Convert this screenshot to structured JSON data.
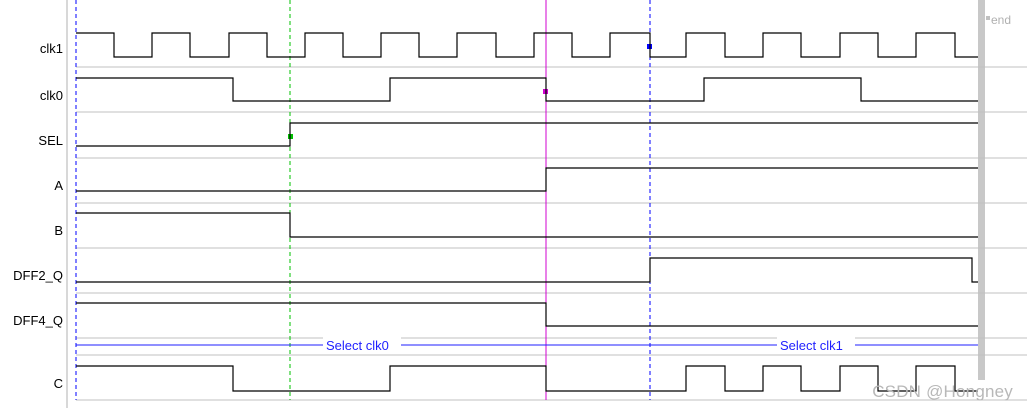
{
  "signals": [
    {
      "name": "clk1"
    },
    {
      "name": "clk0"
    },
    {
      "name": "SEL"
    },
    {
      "name": "A"
    },
    {
      "name": "B"
    },
    {
      "name": "DFF2_Q"
    },
    {
      "name": "DFF4_Q"
    },
    {
      "name": "C"
    }
  ],
  "annotations": {
    "select_clk0": "Select clk0",
    "select_clk1": "Select clk1"
  },
  "end_label": "end",
  "watermark": "CSDN @Hongney",
  "colors": {
    "wave": "#000000",
    "grid": "#c0c0c0",
    "marker_blue": "#0000ff",
    "marker_green": "#00c000",
    "marker_magenta": "#d000d0",
    "annotation": "#1f1fff"
  }
}
